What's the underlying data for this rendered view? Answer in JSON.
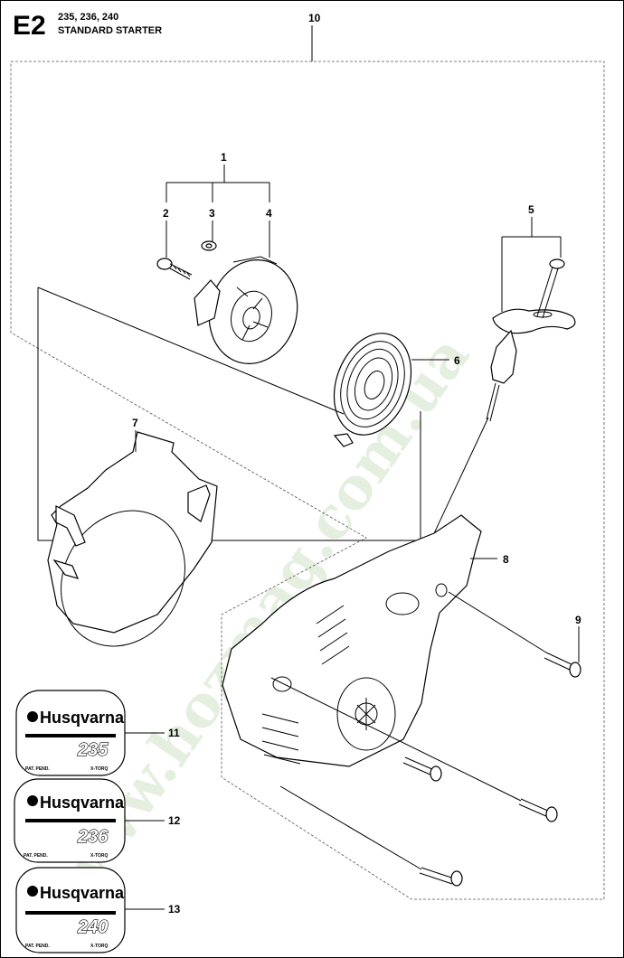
{
  "header": {
    "section_code": "E2",
    "models": "235, 236, 240",
    "title": "STANDARD STARTER"
  },
  "callouts": [
    "1",
    "2",
    "3",
    "4",
    "5",
    "6",
    "7",
    "8",
    "9",
    "10",
    "11",
    "12",
    "13"
  ],
  "decals": [
    {
      "brand": "Husqvarna",
      "model": "235",
      "pat": "PAT. PEND.",
      "tag": "X-TORQ"
    },
    {
      "brand": "Husqvarna",
      "model": "236",
      "pat": "PAT. PEND.",
      "tag": "X-TORQ"
    },
    {
      "brand": "Husqvarna",
      "model": "240",
      "pat": "PAT. PEND.",
      "tag": "X-TORQ"
    }
  ],
  "watermark": "www.hozmag.com.ua"
}
